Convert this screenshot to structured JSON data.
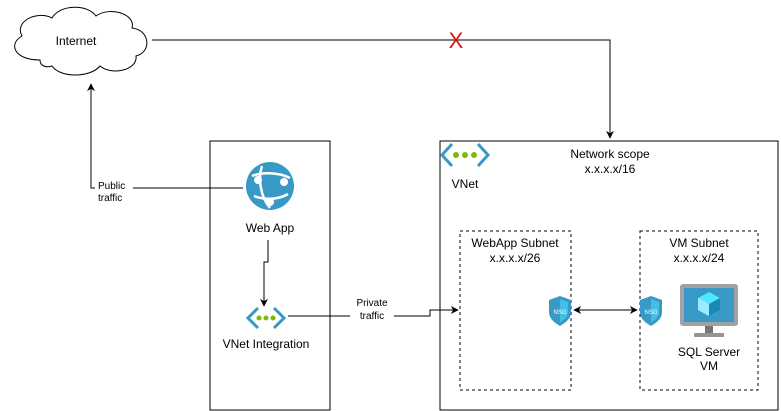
{
  "internet": {
    "label": "Internet"
  },
  "blocked_marker": "X",
  "public_traffic": {
    "line1": "Public",
    "line2": "traffic"
  },
  "private_traffic": {
    "line1": "Private",
    "line2": "traffic"
  },
  "web_app": {
    "label": "Web App"
  },
  "vnet_integration": {
    "label": "VNet Integration"
  },
  "vnet": {
    "label": "VNet",
    "scope_title": "Network scope",
    "scope_cidr": "x.x.x.x/16"
  },
  "webapp_subnet": {
    "title": "WebApp Subnet",
    "cidr": "x.x.x.x/26"
  },
  "vm_subnet": {
    "title": "VM Subnet",
    "cidr": "x.x.x.x/24"
  },
  "nsg_label": "NSG",
  "sql_vm": {
    "line1": "SQL Server",
    "line2": "VM"
  },
  "colors": {
    "azure_blue": "#3999C6",
    "azure_light": "#50E6FF",
    "green_dots": "#7FBA00",
    "blocked_red": "#E3120B"
  }
}
